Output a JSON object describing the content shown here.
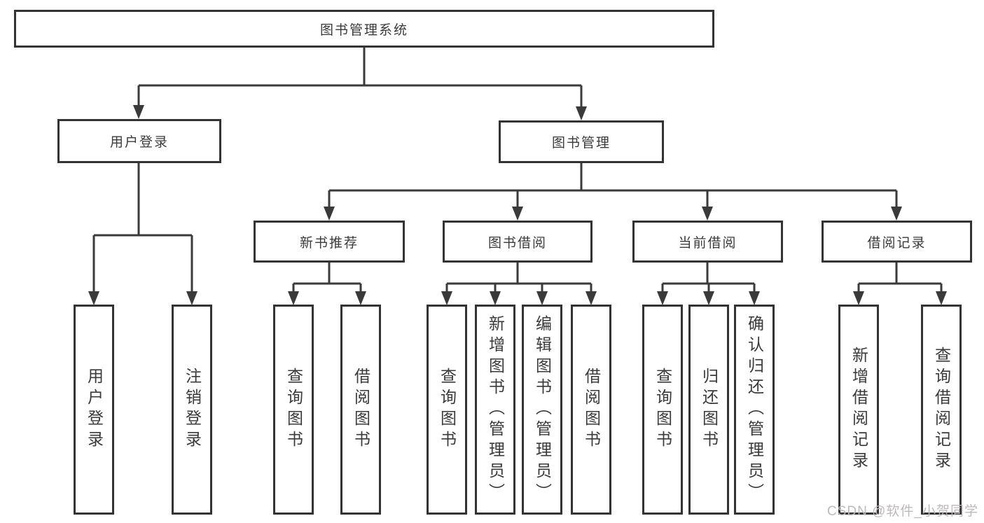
{
  "diagram": {
    "type": "hierarchy-flowchart",
    "colors": {
      "line": "#3a3a3a",
      "box_border": "#333333",
      "text": "#3a3a3a",
      "background": "#ffffff",
      "watermark": "#bdb9b9"
    },
    "root": {
      "label": "图书管理系统"
    },
    "level2": [
      {
        "label": "用户登录",
        "parent": "图书管理系统"
      },
      {
        "label": "图书管理",
        "parent": "图书管理系统"
      }
    ],
    "level3": [
      {
        "label": "新书推荐",
        "parent": "图书管理"
      },
      {
        "label": "图书借阅",
        "parent": "图书管理"
      },
      {
        "label": "当前借阅",
        "parent": "图书管理"
      },
      {
        "label": "借阅记录",
        "parent": "图书管理"
      }
    ],
    "leaves": [
      {
        "label": "用户登录",
        "parent": "用户登录"
      },
      {
        "label": "注销登录",
        "parent": "用户登录"
      },
      {
        "label": "查询图书",
        "parent": "新书推荐"
      },
      {
        "label": "借阅图书",
        "parent": "新书推荐"
      },
      {
        "label": "查询图书",
        "parent": "图书借阅"
      },
      {
        "label": "新增图书（管理员）",
        "parent": "图书借阅"
      },
      {
        "label": "编辑图书（管理员）",
        "parent": "图书借阅"
      },
      {
        "label": "借阅图书",
        "parent": "图书借阅"
      },
      {
        "label": "查询图书",
        "parent": "当前借阅"
      },
      {
        "label": "归还图书",
        "parent": "当前借阅"
      },
      {
        "label": "确认归还（管理员）",
        "parent": "当前借阅"
      },
      {
        "label": "新增借阅记录",
        "parent": "借阅记录"
      },
      {
        "label": "查询借阅记录",
        "parent": "借阅记录"
      }
    ]
  },
  "watermark": {
    "text": "CSDN @软件_小贺同学"
  }
}
